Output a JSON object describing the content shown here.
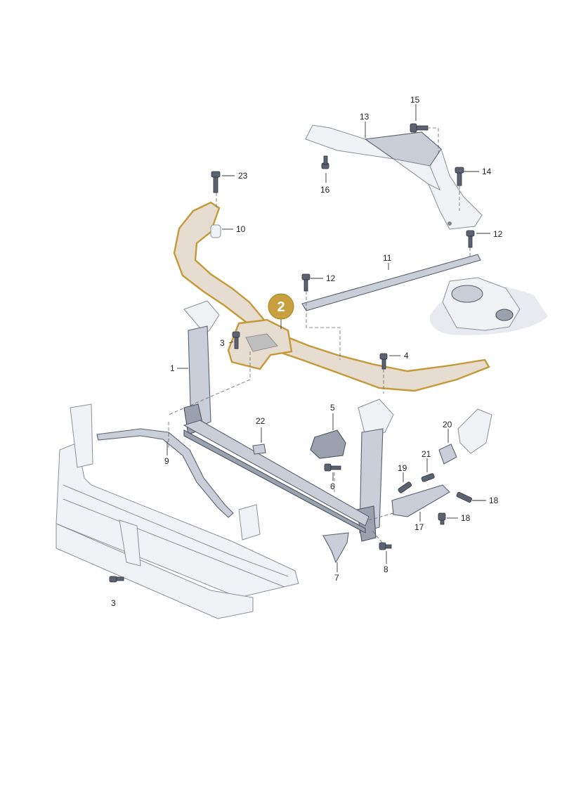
{
  "callouts": {
    "c1": "1",
    "c2": "2",
    "c3a": "3",
    "c3b": "3",
    "c4": "4",
    "c5": "5",
    "c6": "6",
    "c7": "7",
    "c8": "8",
    "c9": "9",
    "c10": "10",
    "c11": "11",
    "c12a": "12",
    "c12b": "12",
    "c13": "13",
    "c14": "14",
    "c15": "15",
    "c16": "16",
    "c17": "17",
    "c18a": "18",
    "c18b": "18",
    "c19": "19",
    "c20": "20",
    "c21": "21",
    "c22": "22",
    "c23": "23"
  },
  "highlight": {
    "color": "#c49a38",
    "badge_color": "#c8a040"
  }
}
